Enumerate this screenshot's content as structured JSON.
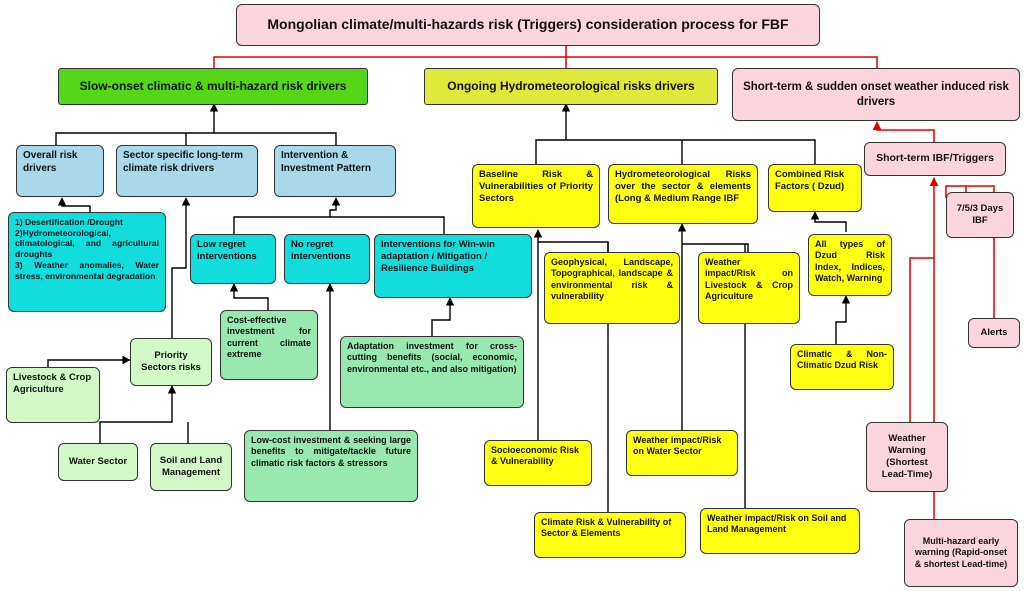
{
  "title": "Mongolian climate/multi-hazards risk (Triggers) consideration process for FBF",
  "headers": {
    "slow_onset": "Slow-onset climatic & multi-hazard risk drivers",
    "ongoing": "Ongoing Hydrometeorological risks drivers",
    "short_term": "Short-term & sudden onset weather induced risk drivers"
  },
  "slow": {
    "overall": "Overall risk drivers",
    "overall_list": "1) Desertification /Drought\n2)Hydrometeorological, climatological, and agricultural droughts\n3) Weather anomalies, Water stress, environmental degradation",
    "sector_specific": "Sector specific long-term climate risk drivers",
    "intervention": "Intervention & Investment Pattern",
    "low_regret": "Low regret interventions",
    "no_regret": "No regret interventions",
    "win_win": "Interventions for Win-win adaptation / Mitigation / Resilience Buildings",
    "cost_effective": "Cost-effective investment for current climate extreme",
    "adaptation": "Adaptation investment for cross-cutting benefits (social, economic, environmental etc., and also mitigation)",
    "low_cost": "Low-cost investment & seeking large benefits to mitigate/tackle future climatic risk factors & stressors",
    "priority": "Priority Sectors risks",
    "livestock": "Livestock & Crop Agriculture",
    "water": "Water Sector",
    "soil": "Soil and Land Management"
  },
  "ongoing": {
    "baseline": "Baseline Risk & Vulnerabilities of Priority Sectors",
    "hydromet": "Hydrometeorological Risks over the sector & elements (Long & Medium Range IBF",
    "combined": "Combined Risk Factors ( Dzud)",
    "geophysical": "Geophysical, Landscape, Topographical, landscape & environmental risk & vulnerability",
    "weather_livestock": "Weather impact/Risk on Livestock & Crop Agriculture",
    "dzud_types": "All types of Dzud Risk Index, Indices, Watch, Warning",
    "climatic_dzud": "Climatic & Non-Climatic Dzud Risk",
    "socioeconomic": "Socioeconomic Risk & Vulnerability",
    "weather_water": "Weather impact/Risk on Water Sector",
    "climate_risk": "Climate Risk & Vulnerability of Sector & Elements",
    "weather_soil": "Weather impact/Risk on Soil and Land Management"
  },
  "short": {
    "ibf": "Short-term IBF/Triggers",
    "days": "7/5/3 Days IBF",
    "alerts": "Alerts",
    "warning": "Weather Warning (Shortest Lead-Time)",
    "multihazard": "Multi-hazard early warning (Rapid-onset & shortest Lead-time)"
  },
  "colors": {
    "title_bg": "#fbd5dd",
    "slow_header": "#55d617",
    "ongoing_header": "#e0e83a",
    "blue_box": "#a8d8ea",
    "cyan_box": "#11dddd",
    "mint_box": "#98e8b0",
    "light_green_box": "#d2f8c8",
    "yellow_box": "#ffff10",
    "pink_box": "#fbd5dd",
    "red_connector": "#e00000",
    "black_connector": "#000000"
  }
}
